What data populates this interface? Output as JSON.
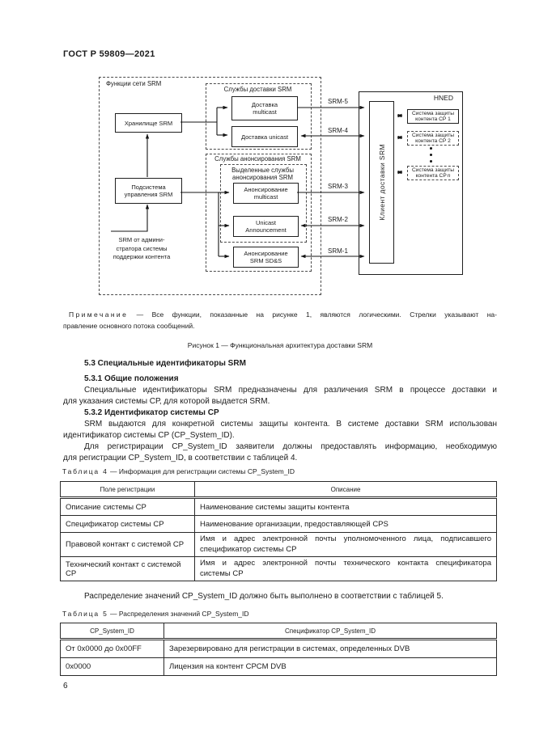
{
  "page": {
    "header": "ГОСТ Р 59809—2021",
    "number": "6",
    "ink_color": "#1c1c1c"
  },
  "figure": {
    "outer_label": "Функции сети SRM",
    "storage": "Хранилище SRM",
    "mgmt": [
      "Подсистема",
      "управления SRM"
    ],
    "delivery_group": "Службы доставки SRM",
    "multicast_delivery": [
      "Доставка",
      "multicast"
    ],
    "unicast_delivery": "Доставка unicast",
    "announce_group": "Службы анонсирования SRM",
    "dedicated_group": [
      "Выделенные службы",
      "анонсирования SRM"
    ],
    "multicast_announce": [
      "Анонсирование",
      "multicast"
    ],
    "unicast_announce": [
      "Unicast",
      "Announcement"
    ],
    "sds_announce": [
      "Анонсирование",
      "SRM SD&S"
    ],
    "admin_source": [
      "SRM от админи-",
      "стратора системы",
      "поддержки контента"
    ],
    "client": "Клиент доставки SRM",
    "hned": "HNED",
    "cp1": [
      "Система защиты",
      "контента СР 1"
    ],
    "cp2": [
      "Система защиты",
      "контента СР 2"
    ],
    "cpn_line1": "Система защиты",
    "cpn_line2": "контента СР",
    "cpn_n": "n",
    "srm5": "SRM-5",
    "srm4": "SRM-4",
    "srm3": "SRM-3",
    "srm2": "SRM-2",
    "srm1": "SRM-1",
    "caption": "Рисунок 1 — Функциональная архитектура доставки SRM"
  },
  "note": {
    "label": "Примечание",
    "line1_rest": " — Все функции, показанные на рисунке 1, являются логическими. Стрелки указывают на-",
    "line2": "правление основного потока сообщений."
  },
  "sections": {
    "s53": "5.3 Специальные идентификаторы SRM",
    "s531": "5.3.1 Общие положения",
    "p1": [
      "Специальные идентификаторы SRM предназначены для различения SRM в процессе доставки и",
      "для указания системы СР, для которой выдается SRM."
    ],
    "s532": "5.3.2 Идентификатор системы СР",
    "p2": [
      "SRM выдаются для конкретной системы защиты контента. В системе доставки SRM использован",
      "идентификатор системы СР (CP_System_ID)."
    ],
    "p3": [
      "Для регистрирации CP_System_ID заявители должны предоставлять информацию, необходимую",
      "для регистрации CP_System_ID, в соответствии с таблицей 4."
    ],
    "p4": "Распределение значений CP_System_ID должно быть выполнено в соответствии с таблицей 5."
  },
  "table4": {
    "label": "Таблица 4",
    "title": "— Информация для регистрации системы CP_System_ID",
    "headers": [
      "Поле регистрации",
      "Описание"
    ],
    "rows": [
      {
        "field": "Описание системы СР",
        "desc": [
          "Наименование системы защиты контента"
        ]
      },
      {
        "field": "Спецификатор системы СР",
        "desc": [
          "Наименование организации, предоставляющей CPS"
        ]
      },
      {
        "field": "Правовой контакт с системой СР",
        "desc": [
          "Имя и адрес электронной почты уполномоченного лица, подписавшего",
          "спецификатор системы СР"
        ]
      },
      {
        "field": "Технический контакт с системой СР",
        "desc": [
          "Имя и адрес электронной почты технического контакта спецификатора",
          "системы СР"
        ]
      }
    ]
  },
  "table5": {
    "label": "Таблица 5",
    "title": "— Распределения значений CP_System_ID",
    "headers": [
      "CP_System_ID",
      "Спецификатор CP_System_ID"
    ],
    "rows": [
      {
        "field": "От 0x0000 до 0x00FF",
        "desc": "Зарезервировано для регистрации в системах, определенных DVB"
      },
      {
        "field": "0x0000",
        "desc": "Лицензия на контент CPCM DVB"
      }
    ]
  }
}
